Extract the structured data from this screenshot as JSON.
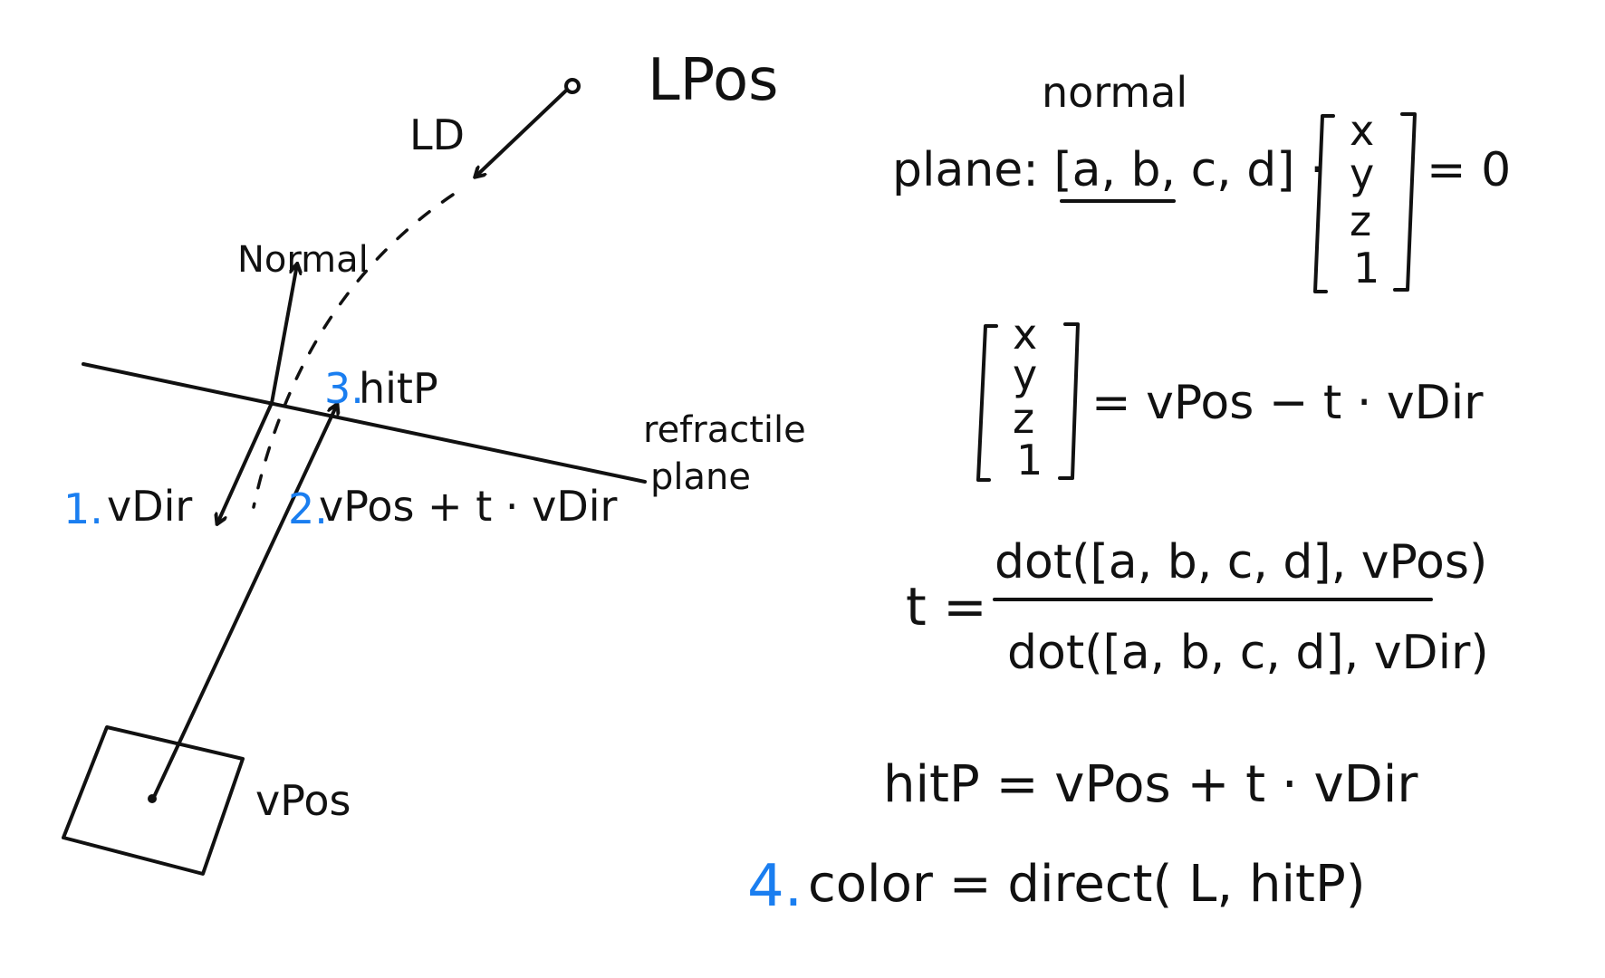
{
  "diagram": {
    "labels": {
      "light_pos": "LPos",
      "light_dir": "LD",
      "normal": "Normal",
      "hit_point": "hitP",
      "view_dir": "vDir",
      "ray_expr": "vPos + t · vDir",
      "plane_label_line1": "refractile",
      "plane_label_line2": "plane",
      "view_pos": "vPos"
    },
    "steps": {
      "one": "1.",
      "two": "2.",
      "three": "3.",
      "four": "4."
    },
    "equations": {
      "normal_caption": "normal",
      "plane_prefix": "plane: [a, b, c, d] ·",
      "vec_x": "x",
      "vec_y": "y",
      "vec_z": "z",
      "vec_1": "1",
      "equals_zero": "= 0",
      "param_rhs": "= vPos − t · vDir",
      "t_lhs": "t =",
      "t_numerator": "dot([a, b, c, d], vPos)",
      "t_denominator": "dot([a, b, c, d], vDir)",
      "hit_eq": "hitP = vPos + t · vDir",
      "color_eq": "color = direct( L, hitP)"
    },
    "colors": {
      "ink": "#111111",
      "step_blue": "#1a7ef0"
    }
  }
}
